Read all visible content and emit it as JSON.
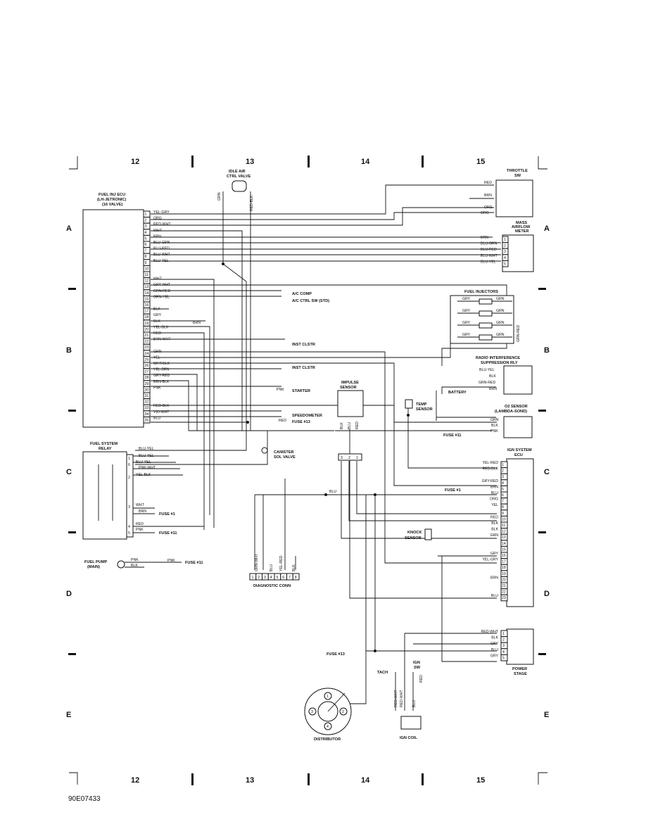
{
  "grid": {
    "columns": [
      "12",
      "13",
      "14",
      "15"
    ],
    "rows": [
      "A",
      "B",
      "C",
      "D",
      "E"
    ]
  },
  "doc_code": "90E07433",
  "ecu": {
    "title": [
      "FUEL INJ ECU",
      "(LH-JETRONIC)",
      "(16 VALVE)"
    ],
    "pins": [
      "1",
      "2",
      "3",
      "4",
      "5",
      "6",
      "7",
      "8",
      "9",
      "10",
      "11",
      "12",
      "13",
      "14",
      "15",
      "16",
      "17",
      "18",
      "19",
      "20",
      "21",
      "22",
      "23",
      "24",
      "25",
      "26",
      "27",
      "28",
      "29",
      "30",
      "31",
      "32",
      "33",
      "34",
      "35"
    ],
    "wires": {
      "1": "YEL-GRY",
      "2": "ORG",
      "3": "RED-WHT",
      "4": "WHT",
      "5": "BRN",
      "6": "BLU-GRN",
      "7": "BLU-RED",
      "8": "BLU-WHT",
      "9": "BLU-YEL",
      "12": "WHT",
      "13": "GRY-WHT",
      "14": "GRN-RED",
      "15": "GRN-YEL",
      "17": "BLK",
      "18": "GRY",
      "19": "BLK",
      "20": "YEL-BLK",
      "21": "RED",
      "22": "BRN-WHT",
      "24": "GRN",
      "25": "YEL",
      "26": "WHT-BLK",
      "27": "YEL-BRN",
      "28": "GRY-RED",
      "29": "BRN-BLK",
      "30": "PNK",
      "33": "RED-BLK",
      "34": "VIO-WHT",
      "35": "BLU"
    }
  },
  "idle_air": {
    "title": [
      "IDLE AIR",
      "CTRL VALVE"
    ],
    "left": "GRN",
    "right": "RED-BLK"
  },
  "throttle": {
    "title": [
      "THROTTLE",
      "SW"
    ],
    "wires": [
      "RED",
      "BRN",
      "ORG",
      "ORG"
    ]
  },
  "maf": {
    "title": [
      "MASS",
      "AIRFLOW",
      "METER"
    ],
    "pins": [
      "1",
      "2",
      "3",
      "4",
      "5"
    ],
    "wires": [
      "BRN",
      "BLU-GRN",
      "BLU-RED",
      "BLU-WHT",
      "BLU-YEL"
    ]
  },
  "injectors": {
    "title": "FUEL INJECTORS",
    "left": "GRY",
    "right": "GRN",
    "side": "GRN-RED"
  },
  "radio": {
    "title": [
      "RADIO INTERFERENCE",
      "SUPPRESSION RLY"
    ],
    "wires": [
      "BLU-YEL",
      "BLK",
      "GRN-RED",
      "BRN"
    ],
    "battery": "BATTERY"
  },
  "o2": {
    "title": [
      "O2 SENSOR",
      "(LAMBDA-SOND)"
    ],
    "wires": [
      "GRN",
      "BLK",
      "PNK"
    ],
    "fuse": "FUSE #11"
  },
  "labels": {
    "ac_comp": "A/C COMP",
    "ac_ctrl": "A/C CTRL SW (STD)",
    "inst1": "INST CLSTR",
    "inst2": "INST CLSTR",
    "starter": "STARTER",
    "speedometer": "SPEEDOMETER",
    "fuse13": "FUSE #13",
    "red": "RED",
    "pnk": "PNK",
    "brn": "BRN",
    "canister": [
      "CANISTER",
      "SOL VALVE"
    ],
    "impulse": [
      "IMPULSE",
      "SENSOR"
    ],
    "temp": [
      "TEMP",
      "SENSOR"
    ],
    "impulse_wires": [
      "BLK",
      "BLU",
      "RED"
    ],
    "impulse_pins": [
      "3",
      "2",
      "1"
    ],
    "blu": "BLU"
  },
  "relay": {
    "title": [
      "FUEL SYSTEM",
      "RELAY"
    ],
    "pins": [
      "1",
      "2",
      "6",
      "2",
      "3",
      "4",
      "5"
    ],
    "wires": [
      "BLU-YEL",
      "BLU-YEL",
      "BLU-YEL",
      "PNK-WHT",
      "YEL-BLK",
      "WHT",
      "BRN",
      "RED",
      "PNK"
    ],
    "fuse1": "FUSE #1",
    "fuse11": "FUSE #11"
  },
  "pump": {
    "title": [
      "FUEL PUMP",
      "(MAIN)"
    ],
    "wires": [
      "PNK",
      "BLK",
      "PNK"
    ],
    "fuse": "FUSE #11"
  },
  "diag": {
    "title": "DIAGNOSTIC CONN",
    "pins": [
      "1",
      "2",
      "3",
      "4",
      "5",
      "6",
      "7",
      "8"
    ],
    "wires": [
      "GRN-WHT",
      "BLU",
      "YEL-RED",
      "BLK"
    ]
  },
  "ign_ecu": {
    "title": [
      "IGN SYSTEM",
      "ECU"
    ],
    "pins": [
      "1",
      "2",
      "3",
      "4",
      "5",
      "6",
      "7",
      "8",
      "9",
      "10",
      "11",
      "12",
      "13",
      "14",
      "15",
      "16",
      "17",
      "18",
      "19",
      "20",
      "21",
      "22",
      "23"
    ],
    "wires": {
      "1": "YEL-RED",
      "2": "RED-BLK",
      "4": "GRY-RED",
      "5": "BRN",
      "6": "BLU",
      "7": "ORG",
      "8": "YEL",
      "10": "RED",
      "11": "BLK",
      "12": "BLK",
      "13": "GRN",
      "16": "GRY",
      "17": "YEL-GRY",
      "20": "BRN",
      "23": "BLU"
    },
    "fuse1": "FUSE #1"
  },
  "knock": {
    "title": [
      "KNOCK",
      "SENSOR"
    ]
  },
  "power": {
    "title": [
      "POWER",
      "STAGE"
    ],
    "pins": [
      "1",
      "2",
      "3",
      "4",
      "5"
    ],
    "wires": [
      "RED-WHT",
      "BLK",
      "GRY",
      "BLU",
      "GRY"
    ]
  },
  "fuse13b": "FUSE #13",
  "tach": "TACH",
  "ign_sw": [
    "IGN",
    "SW"
  ],
  "coil": {
    "title": "IGN COIL",
    "wires": [
      "RED-WHT",
      "RED-WHT",
      "BLU",
      "RED"
    ]
  },
  "distributor": {
    "title": "DISTRIBUTOR",
    "terminals": [
      "1",
      "2",
      "3",
      "4"
    ]
  }
}
